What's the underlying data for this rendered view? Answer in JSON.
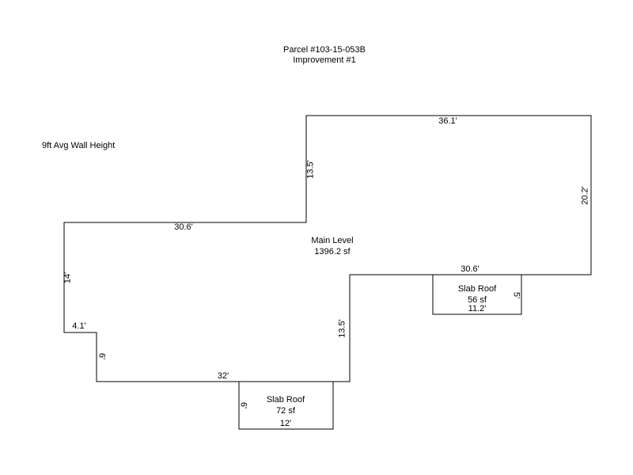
{
  "header": {
    "parcel": "Parcel #103-15-053B",
    "improvement": "Improvement #1"
  },
  "notes": {
    "wall_height": "9ft Avg Wall Height"
  },
  "main_level": {
    "name": "Main Level",
    "area": "1396.2 sf",
    "dimensions": {
      "top_right": "36.1'",
      "right": "20.2'",
      "bottom_right": "30.6'",
      "inner_vertical_lower": "13.5'",
      "bottom": "32'",
      "small_vertical": "6'",
      "small_horizontal": "4.1'",
      "left": "14'",
      "top_left": "30.6'",
      "inner_vertical_upper": "13.5'"
    }
  },
  "slab_roof_right": {
    "name": "Slab Roof",
    "area": "56 sf",
    "width": "11.2'",
    "depth": "5'"
  },
  "slab_roof_bottom": {
    "name": "Slab Roof",
    "area": "72 sf",
    "width": "12'",
    "depth": "6'"
  },
  "colors": {
    "line": "#000000",
    "background": "#ffffff"
  }
}
